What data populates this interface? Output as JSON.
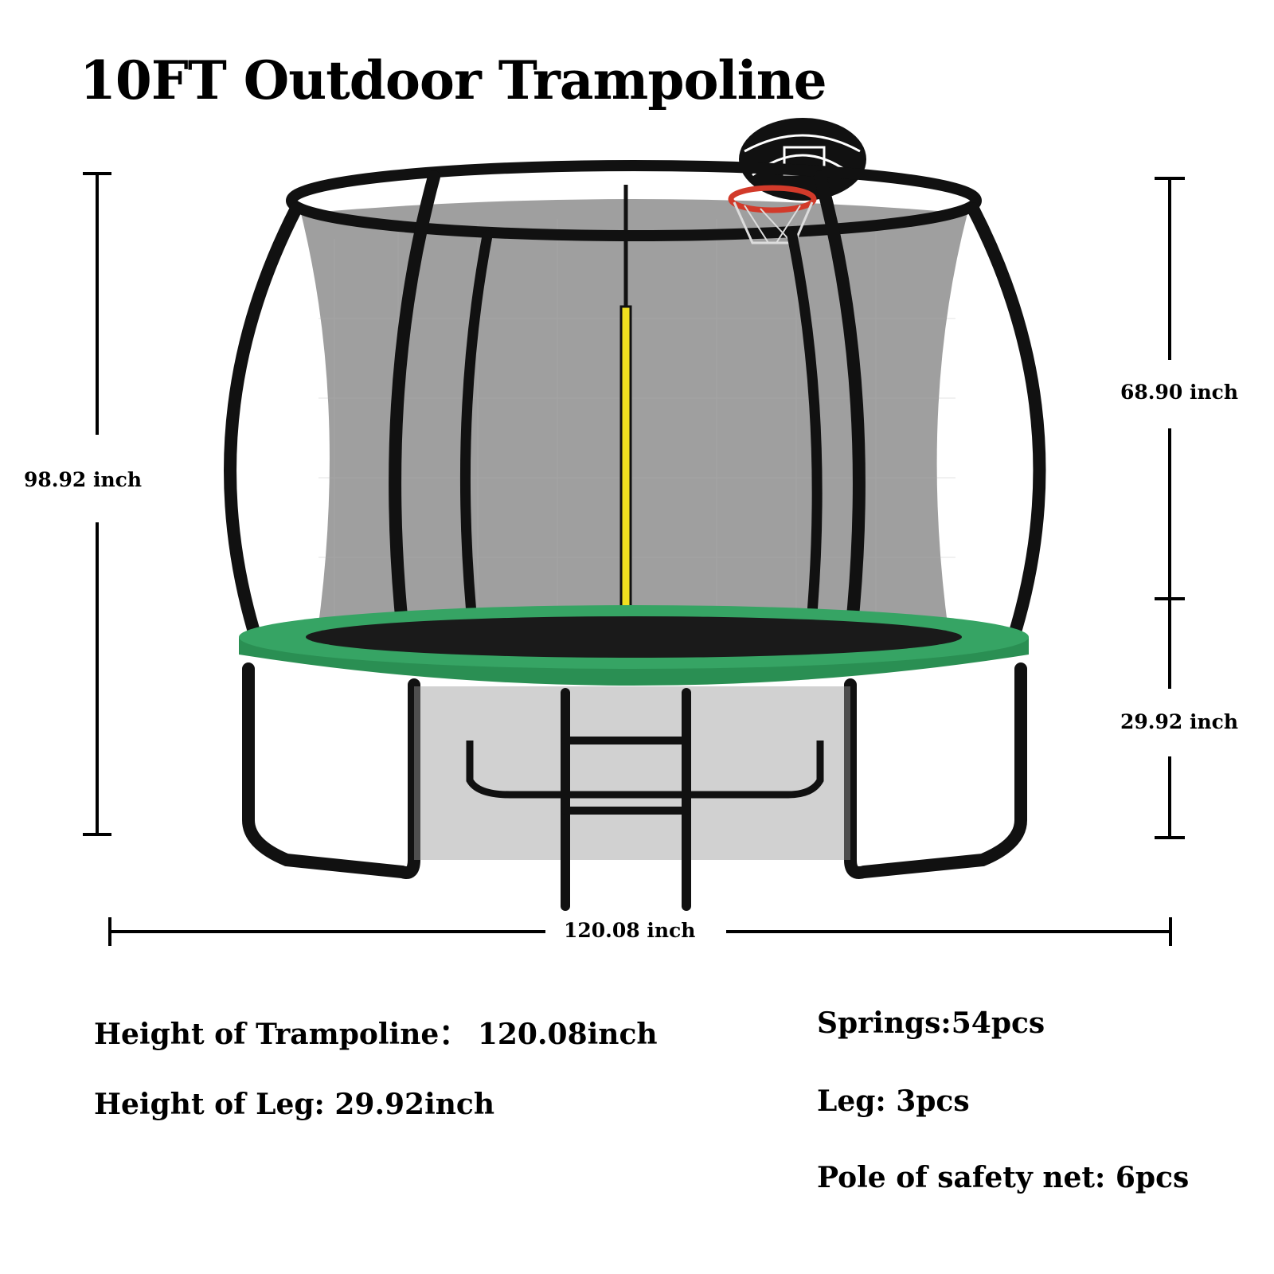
{
  "title": "10FT Outdoor Trampoline",
  "dimensions": {
    "total_height": "98.92 inch",
    "net_height": "68.90 inch",
    "leg_height": "29.92 inch",
    "width": "120.08 inch"
  },
  "specs": {
    "left": [
      "Height of Trampoline： 120.08inch",
      "Height of Leg: 29.92inch"
    ],
    "right": [
      "Springs:54pcs",
      "Leg: 3pcs",
      "Pole of safety net: 6pcs"
    ]
  },
  "colors": {
    "pad_green": "#2f9a5c",
    "net_gray": "#8a8a8a",
    "frame_black": "#111111",
    "zipper_yellow": "#f0e020",
    "hoop_red": "#d23a2a"
  }
}
